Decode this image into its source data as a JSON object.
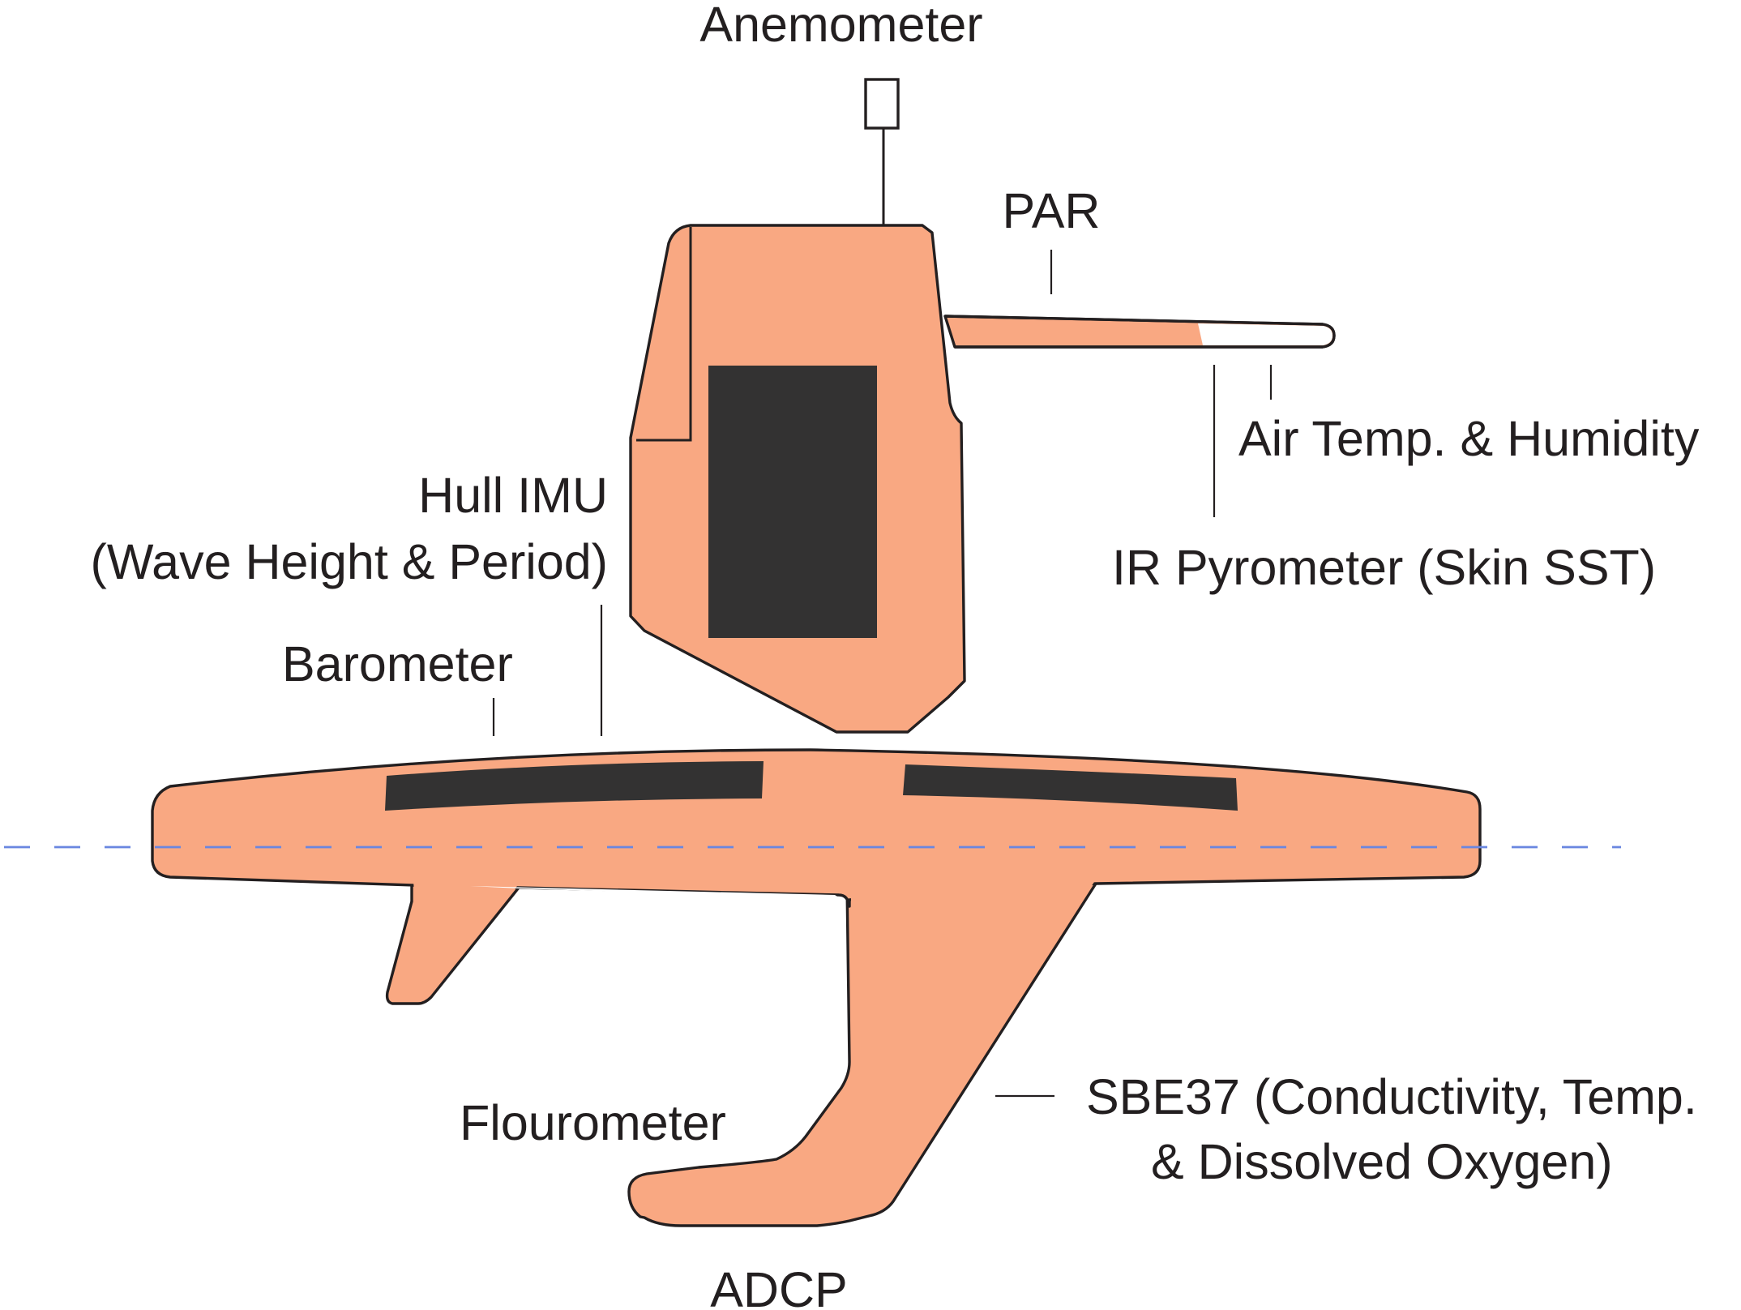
{
  "colors": {
    "hull": "#f9a882",
    "panel": "#333232",
    "outline": "#231f20",
    "waterline": "#6a86e0",
    "background": "#ffffff"
  },
  "labels": {
    "anemometer": "Anemometer",
    "par": "PAR",
    "air_temp": "Air Temp. & Humidity",
    "ir_pyrometer": "IR Pyrometer (Skin SST)",
    "hull_imu_line1": "Hull IMU",
    "hull_imu_line2": "(Wave Height & Period)",
    "barometer": "Barometer",
    "flourometer": "Flourometer",
    "sbe37_line1": "SBE37 (Conductivity, Temp.",
    "sbe37_line2": "& Dissolved Oxygen)",
    "adcp": "ADCP"
  }
}
